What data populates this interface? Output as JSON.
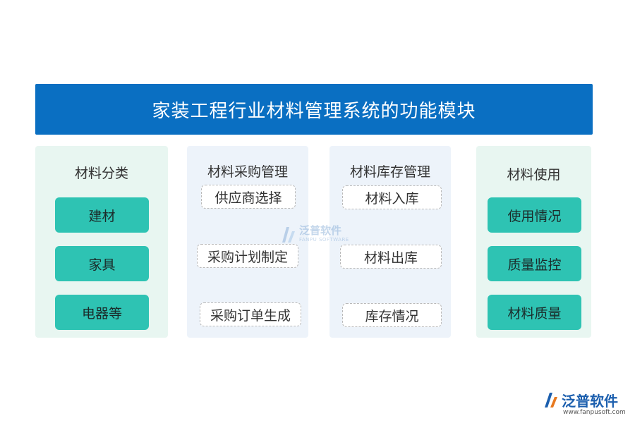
{
  "title": "家装工程行业材料管理系统的功能模块",
  "columns": [
    {
      "title": "材料分类",
      "items": [
        "建材",
        "家具",
        "电器等"
      ]
    },
    {
      "title": "材料采购管理",
      "items": [
        "供应商选择",
        "采购计划制定",
        "采购订单生成"
      ]
    },
    {
      "title": "材料库存管理",
      "items": [
        "材料入库",
        "材料出库",
        "库存情况"
      ]
    },
    {
      "title": "材料使用",
      "items": [
        "使用情况",
        "质量监控",
        "材料质量"
      ]
    }
  ],
  "watermark": {
    "cn": "泛普软件",
    "en": "FANPU SOFTWARE"
  },
  "logo": {
    "cn": "泛普软件",
    "url": "www.fanpusoft.com"
  },
  "colors": {
    "banner": "#0a6fc2",
    "pill": "#2ec3b3",
    "panel_green": "#e8f6f1",
    "panel_blue": "#edf3fa"
  }
}
